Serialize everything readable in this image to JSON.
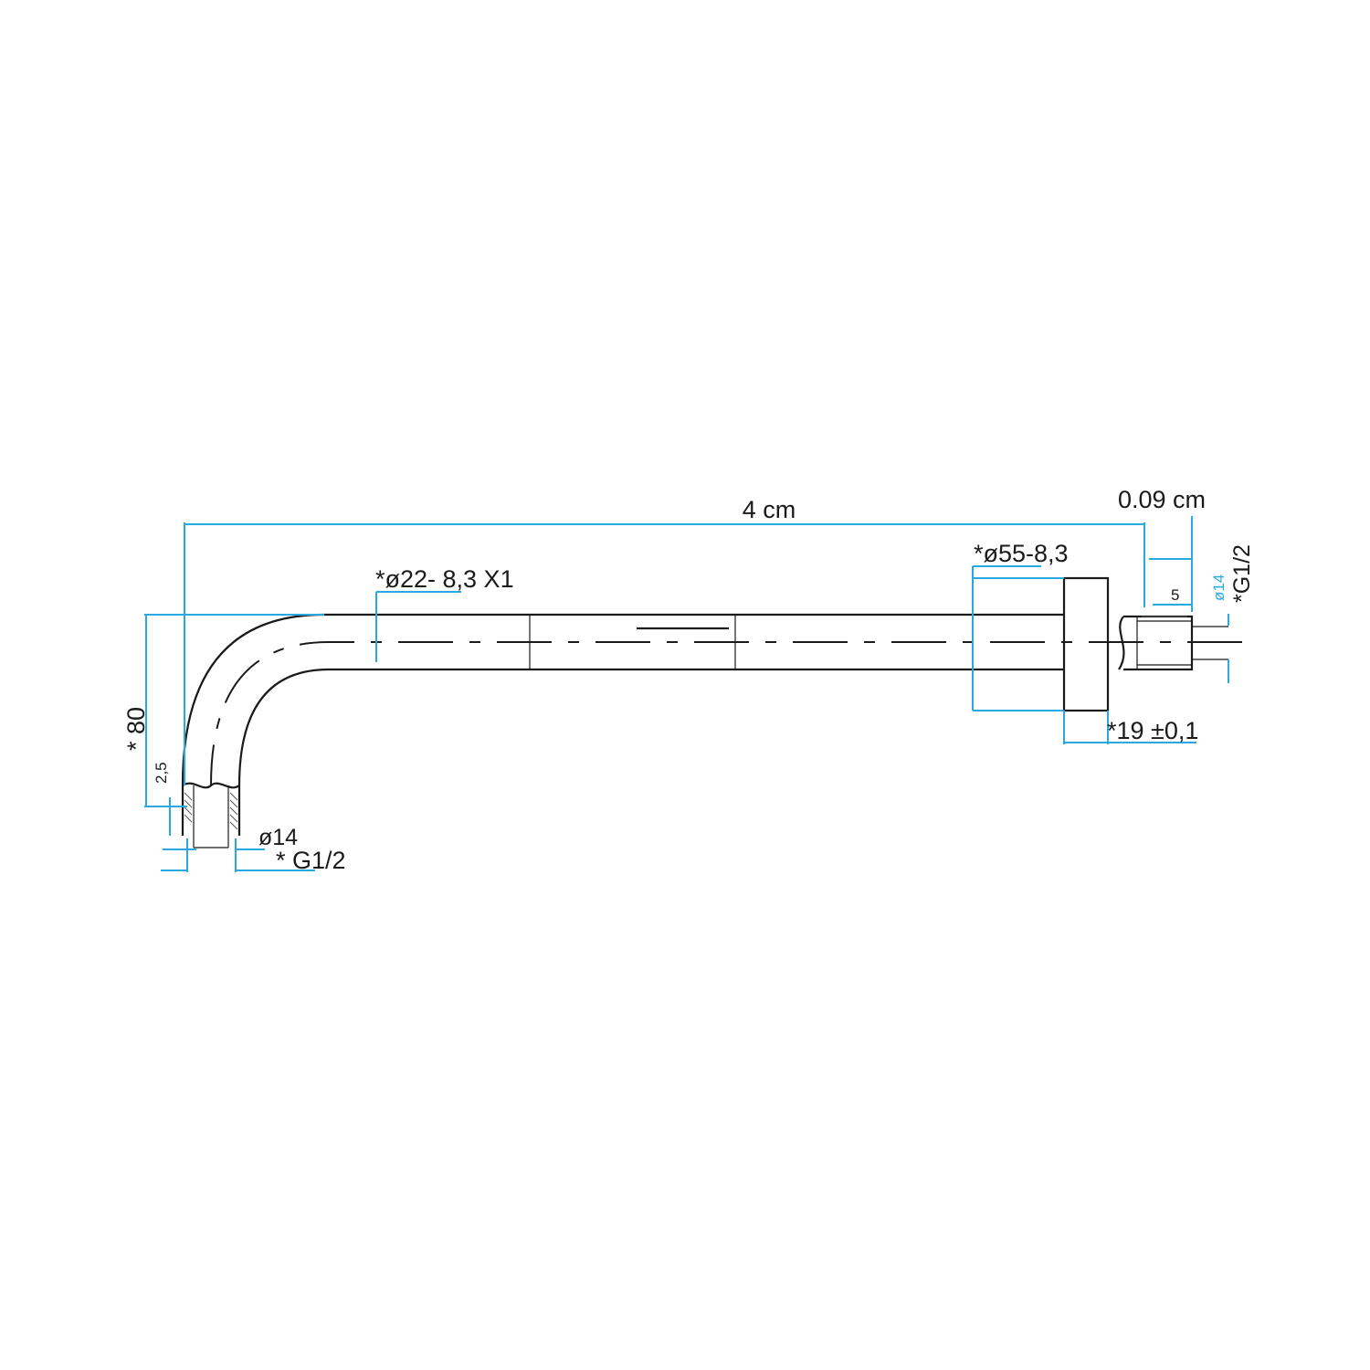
{
  "labels": {
    "overall_length": "4 cm",
    "nipple_length": "0.09 cm",
    "pipe_diameter": "*ø22- 8,3 X1",
    "flange_diameter": "*ø55-8,3",
    "right_thread": "*G1/2",
    "right_bore": "ø14",
    "right_thread_len": "5",
    "flange_thickness": "*19 ±0,1",
    "drop_height": "* 80",
    "thread_depth": "2,5",
    "left_bore": "ø14",
    "left_thread": "* G1/2"
  },
  "colors": {
    "dimension": "#29a9e0",
    "outline": "#1a1a1a"
  }
}
